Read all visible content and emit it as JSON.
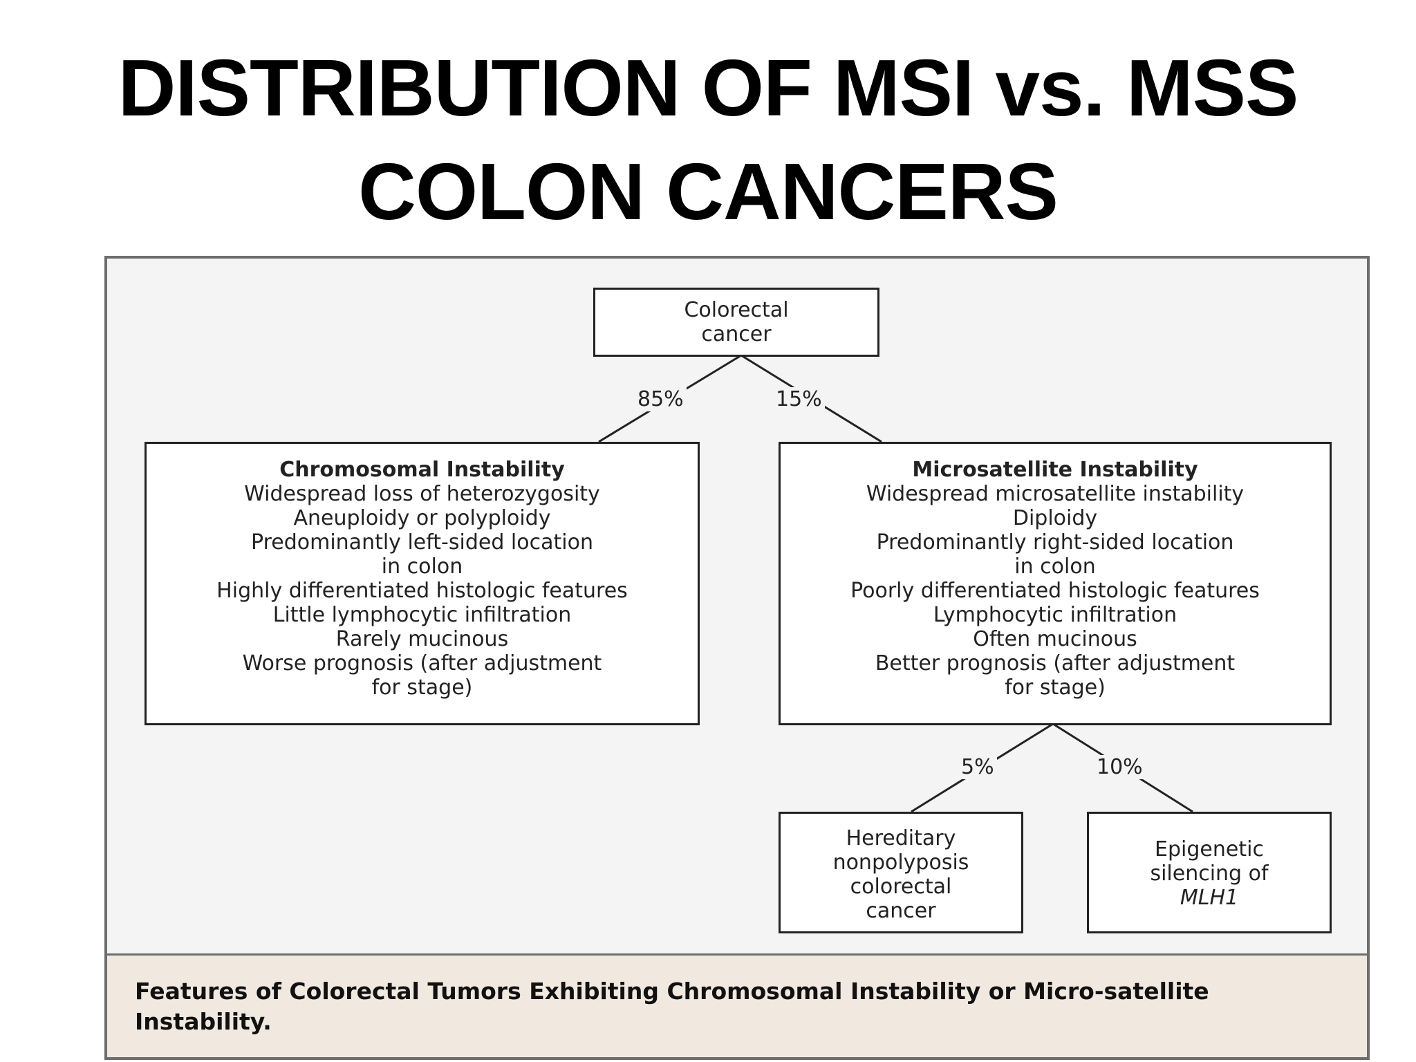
{
  "slide": {
    "title_line1": "DISTRIBUTION OF MSI vs. MSS",
    "title_line2": "COLON CANCERS"
  },
  "diagram": {
    "root": {
      "line1": "Colorectal",
      "line2": "cancer"
    },
    "branches": {
      "left_pct": "85%",
      "right_pct": "15%"
    },
    "cin": {
      "heading": "Chromosomal Instability",
      "lines": [
        "Widespread loss of heterozygosity",
        "Aneuploidy or polyploidy",
        "Predominantly left-sided location",
        "in colon",
        "Highly differentiated histologic features",
        "Little lymphocytic infiltration",
        "Rarely mucinous",
        "Worse prognosis (after adjustment",
        "for stage)"
      ]
    },
    "msi": {
      "heading": "Microsatellite Instability",
      "lines": [
        "Widespread microsatellite instability",
        "Diploidy",
        "Predominantly right-sided location",
        "in colon",
        "Poorly differentiated histologic features",
        "Lymphocytic infiltration",
        "Often mucinous",
        "Better prognosis (after adjustment",
        "for stage)"
      ]
    },
    "sub_branches": {
      "left_pct": "5%",
      "right_pct": "10%"
    },
    "hnpcc": {
      "lines": [
        "Hereditary",
        "nonpolyposis",
        "colorectal",
        "cancer"
      ]
    },
    "epigenetic": {
      "line1": "Epigenetic",
      "line2": "silencing of",
      "line3": "MLH1"
    },
    "caption": "Features of Colorectal Tumors Exhibiting Chromosomal Instability or Micro-satellite Instability."
  }
}
